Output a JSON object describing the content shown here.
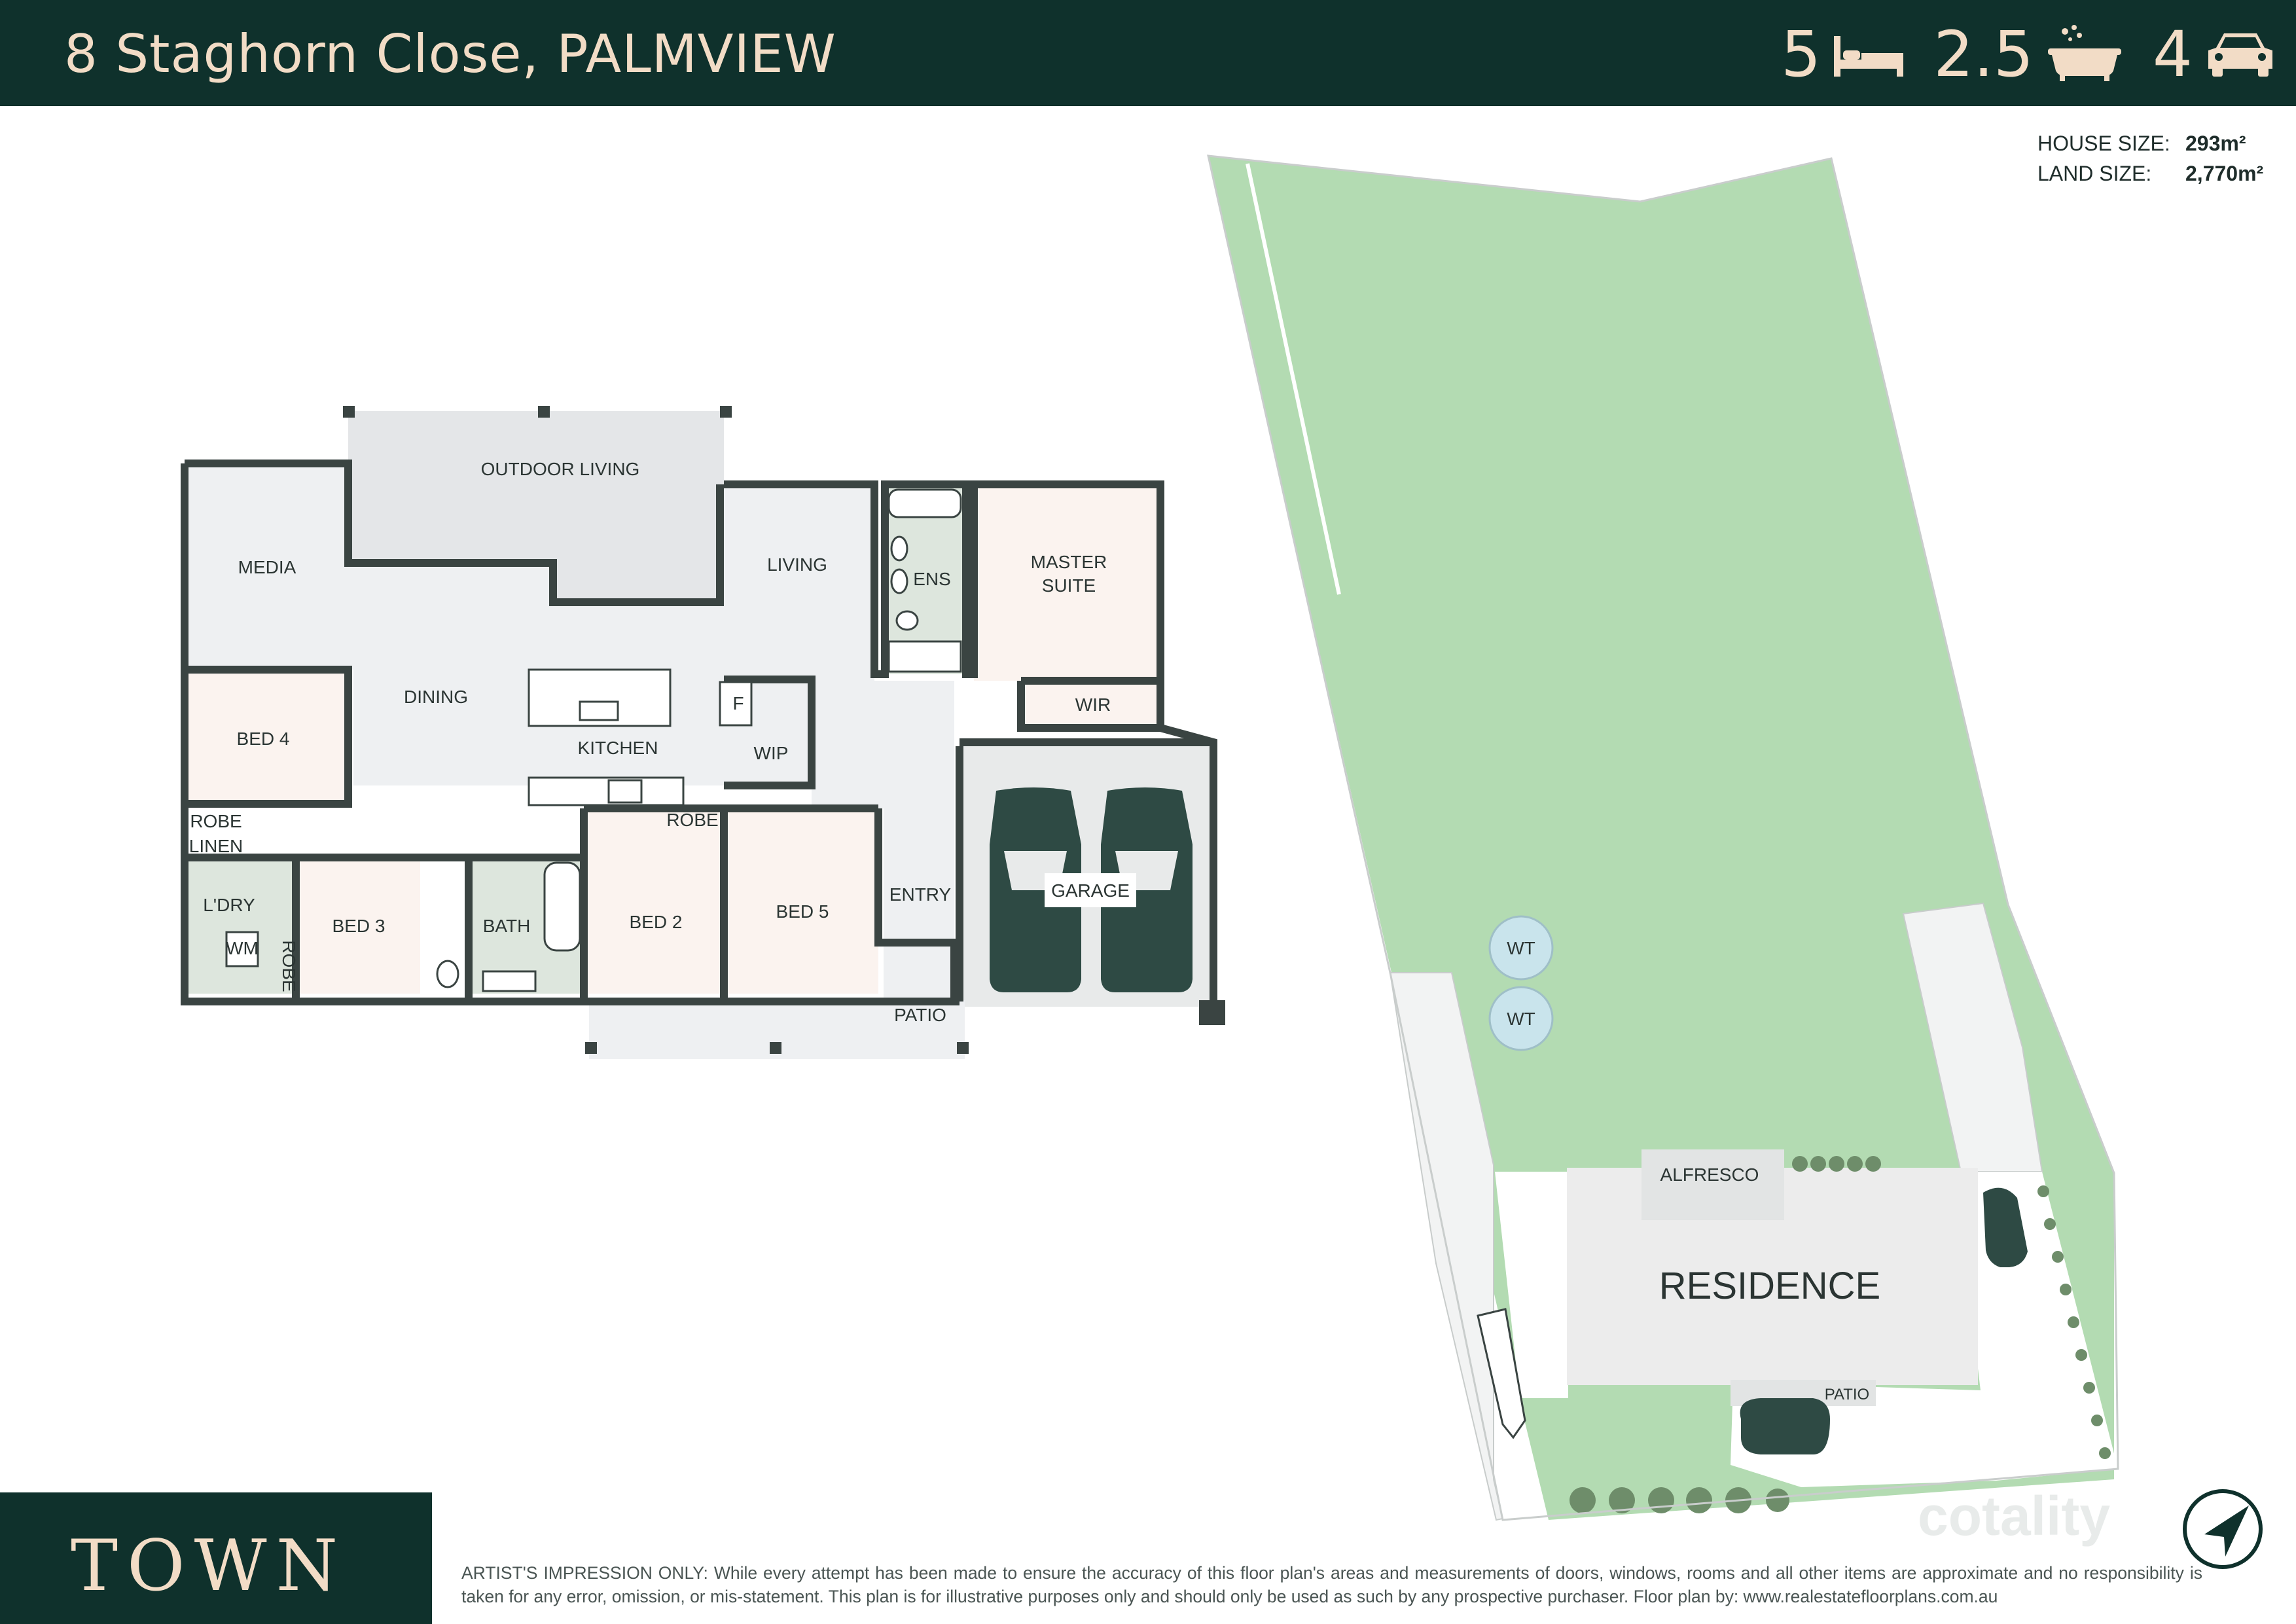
{
  "header": {
    "address": "8 Staghorn Close, PALMVIEW",
    "beds": "5",
    "baths": "2.5",
    "cars": "4"
  },
  "icons": {
    "beds": "bed-icon",
    "baths": "bathtub-icon",
    "cars": "car-icon",
    "north": "north-arrow-icon"
  },
  "sizes": {
    "house_label": "HOUSE SIZE:",
    "house_value": "293m²",
    "land_label": "LAND SIZE:",
    "land_value": "2,770m²"
  },
  "floorplan": {
    "outdoor_living": "OUTDOOR LIVING",
    "media": "MEDIA",
    "living": "LIVING",
    "ens": "ENS",
    "master_1": "MASTER",
    "master_2": "SUITE",
    "dining": "DINING",
    "bed4": "BED 4",
    "kitchen": "KITCHEN",
    "fridge": "F",
    "wip": "WIP",
    "wir": "WIR",
    "robe1": "ROBE",
    "linen": "LINEN",
    "robe2": "ROBE",
    "ldry": "L'DRY",
    "wm": "WM",
    "robe3": "ROBE",
    "bed3": "BED 3",
    "bath": "BATH",
    "bed2": "BED 2",
    "bed5": "BED 5",
    "entry": "ENTRY",
    "garage": "GARAGE",
    "patio": "PATIO"
  },
  "siteplan": {
    "wt1": "WT",
    "wt2": "WT",
    "alfresco": "ALFRESCO",
    "residence": "RESIDENCE",
    "patio": "PATIO"
  },
  "brand": {
    "name": "TOWN",
    "watermark": "cotality"
  },
  "disclaimer": "ARTIST'S IMPRESSION ONLY: While every attempt has been made to ensure the accuracy of this floor plan's areas and measurements of doors, windows, rooms and all other items are approximate and no responsibility is taken for any error, omission, or mis-statement. This plan is for illustrative purposes only and should only be used as such by any prospective purchaser. Floor plan by: www.realestatefloorplans.com.au",
  "colors": {
    "header": "#0f312c",
    "accent": "#f2dcc6",
    "lawn": "#b3dbb2",
    "room_warm": "#fbf3ef",
    "room_cool": "#eef0f2",
    "wet": "#dde6dd",
    "car": "#2e4a44"
  }
}
